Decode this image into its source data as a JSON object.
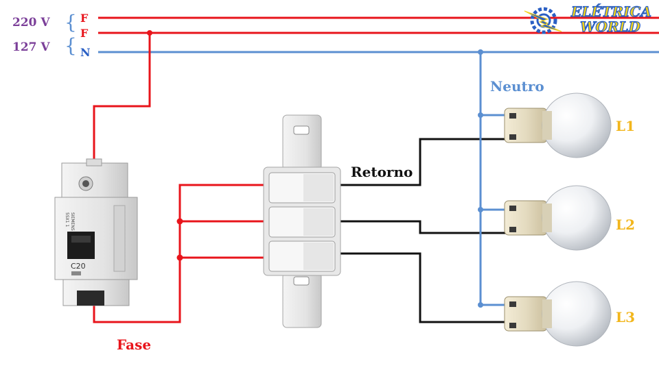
{
  "supply": {
    "v220": "220 V",
    "v127": "127 V",
    "line_f1": "F",
    "line_f2": "F",
    "line_n": "N"
  },
  "logo": {
    "line1": "ELÉTRICA",
    "line2": "WORLD"
  },
  "labels": {
    "neutro": "Neutro",
    "retorno": "Retorno",
    "fase": "Fase"
  },
  "breaker": {
    "brand": "SIEMENS",
    "model": "5SX1 1",
    "rating": "C20"
  },
  "lamps": [
    {
      "label": "L1"
    },
    {
      "label": "L2"
    },
    {
      "label": "L3"
    }
  ],
  "colors": {
    "phase": "#e8141b",
    "neutral": "#5b8fd1",
    "return": "#111111",
    "voltage_text": "#7b3f99",
    "lamp_label": "#f2b61c",
    "logo_blue": "#2a5fc4",
    "logo_yellow": "#f4d21a"
  }
}
